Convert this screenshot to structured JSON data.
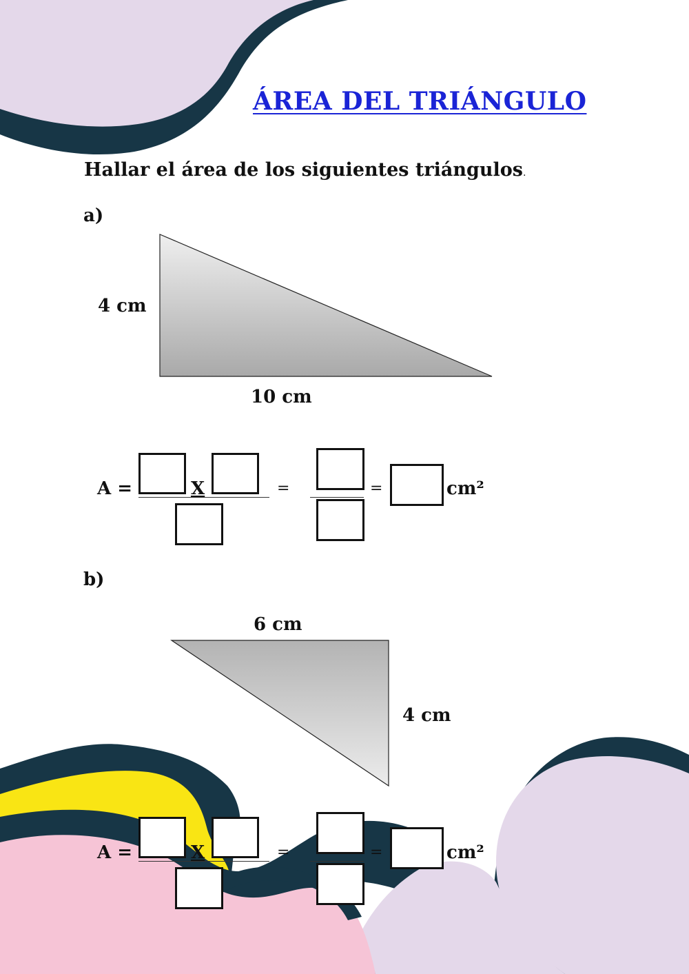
{
  "title": "ÁREA DEL TRIÁNGULO",
  "instruction": "Hallar el área de los siguientes triángulos",
  "instruction_end": ".",
  "colors": {
    "title": "#1a24d6",
    "navy": "#173646",
    "lilac": "#e4d8ea",
    "pink": "#f6c4d6",
    "yellow": "#f9e514"
  },
  "exercises": [
    {
      "label": "a)",
      "side_label": "4 cm",
      "base_label": "10 cm",
      "formula": {
        "prefix": "A =",
        "times": "X",
        "equals": "=",
        "unit": "cm²"
      }
    },
    {
      "label": "b)",
      "side_label": "4 cm",
      "base_label": "6 cm",
      "formula": {
        "prefix": "A =",
        "times": "X",
        "equals": "=",
        "unit": "cm²"
      }
    }
  ]
}
